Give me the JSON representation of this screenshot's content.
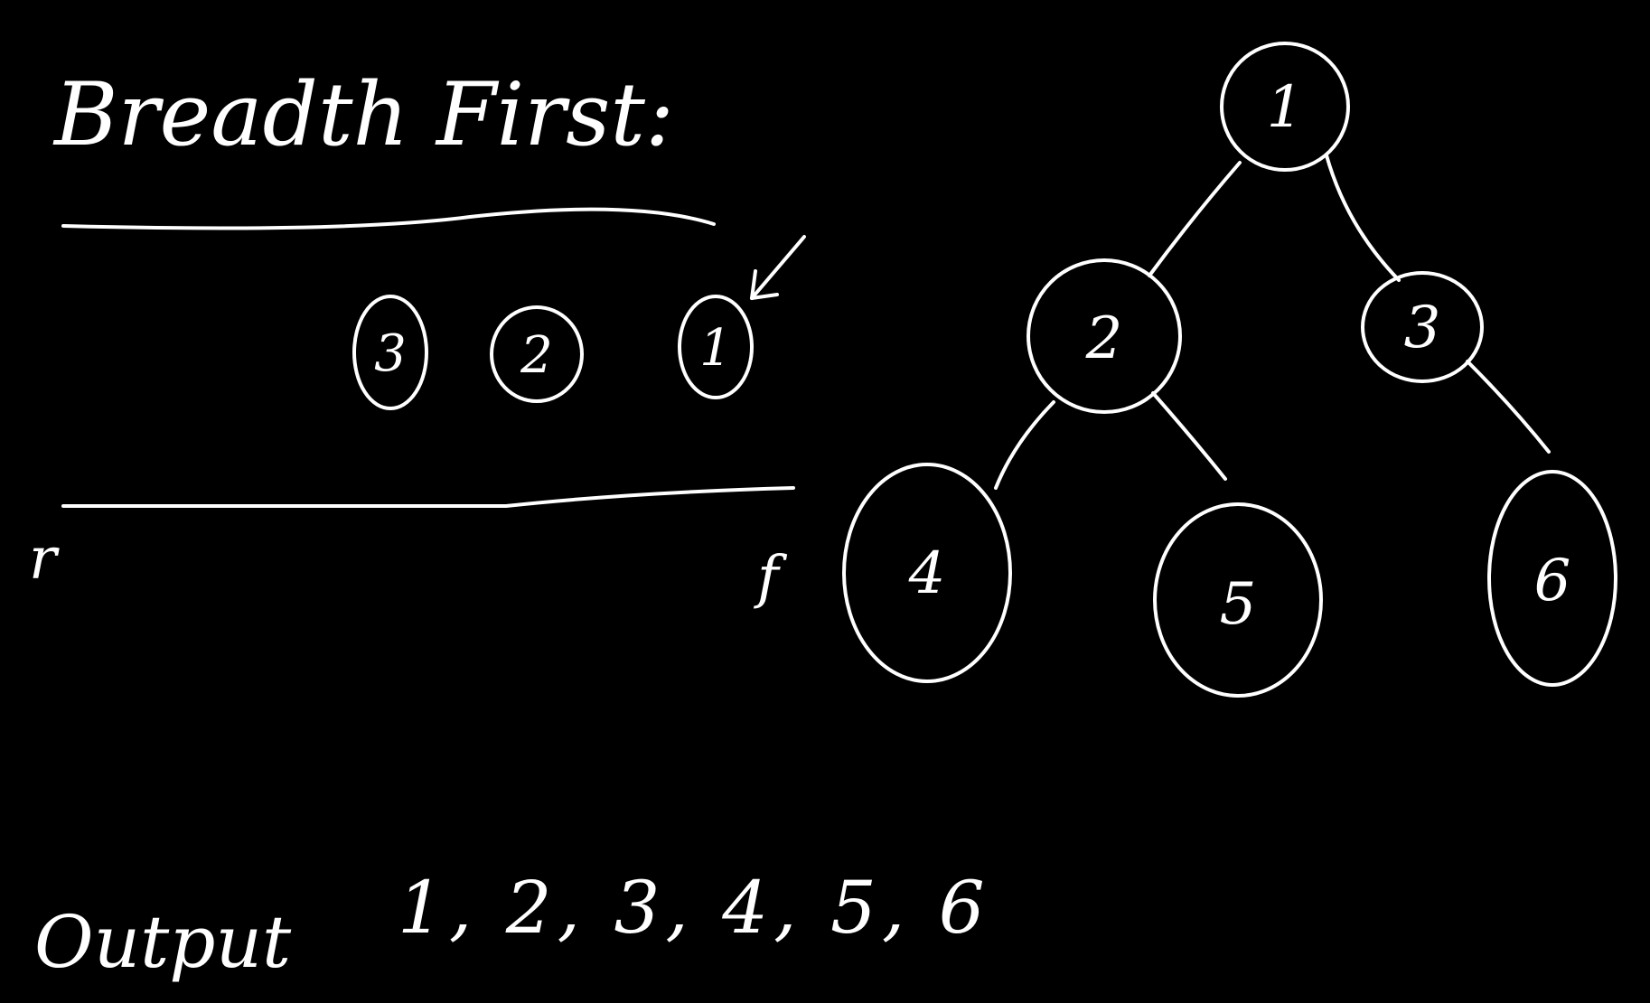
{
  "title": "Breadth First:",
  "queue": {
    "items": [
      "3",
      "2",
      "1"
    ],
    "rear_label": "r",
    "front_label": "f"
  },
  "tree": {
    "nodes": [
      {
        "id": "1",
        "label": "1"
      },
      {
        "id": "2",
        "label": "2"
      },
      {
        "id": "3",
        "label": "3"
      },
      {
        "id": "4",
        "label": "4"
      },
      {
        "id": "5",
        "label": "5"
      },
      {
        "id": "6",
        "label": "6"
      }
    ],
    "edges": [
      [
        "1",
        "2"
      ],
      [
        "1",
        "3"
      ],
      [
        "2",
        "4"
      ],
      [
        "2",
        "5"
      ],
      [
        "3",
        "6"
      ]
    ]
  },
  "output": {
    "label": "Output",
    "sequence": "1, 2, 3, 4, 5, 6"
  },
  "colors": {
    "background": "#000000",
    "ink": "#ffffff"
  }
}
